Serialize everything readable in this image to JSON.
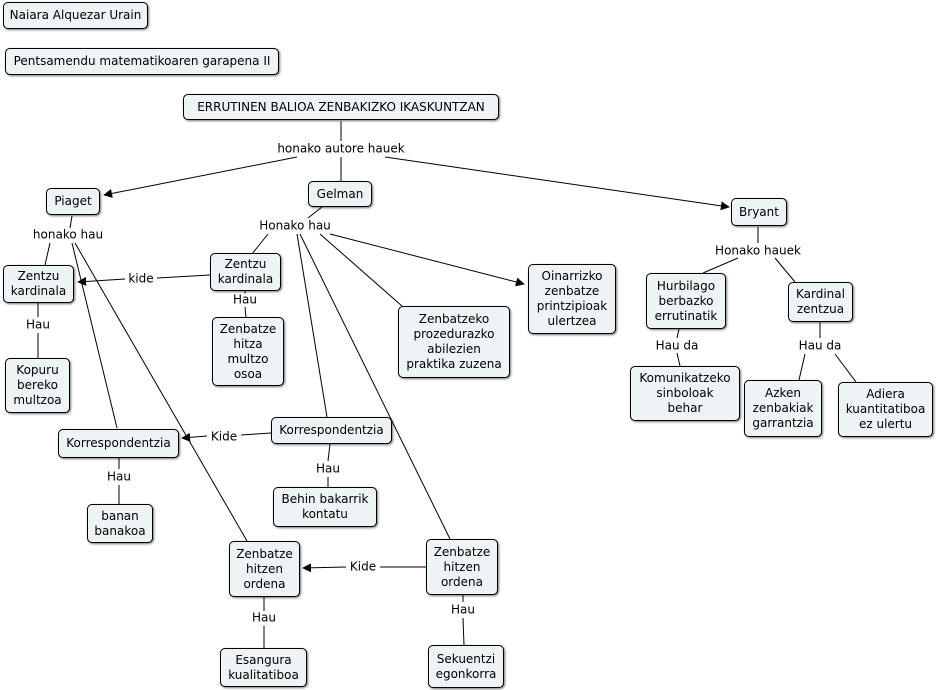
{
  "header": {
    "author": "Naiara Alquezar Urain",
    "course": "Pentsamendu matematikoaren garapena II"
  },
  "map": {
    "root": "ERRUTINEN BALIOA ZENBAKIZKO IKASKUNTZAN",
    "authors": {
      "piaget": "Piaget",
      "gelman": "Gelman",
      "bryant": "Bryant"
    },
    "piaget_concepts": {
      "zentzu_kardinala": "Zentzu\nkardinala",
      "kopuru": "Kopuru\nbereko\nmultzoa",
      "korrespondentzia": "Korrespondentzia",
      "banan": "banan\nbanakoa",
      "zenbatze_ordena": "Zenbatze\nhitzen\nordena",
      "esangura": "Esangura\nkualitatiboa"
    },
    "gelman_concepts": {
      "zentzu_kardinala": "Zentzu\nkardinala",
      "zenbatze_hitza": "Zenbatze\nhitza\nmultzo\nosoa",
      "korrespondentzia": "Korrespondentzia",
      "behin": "Behin bakarrik\nkontatu",
      "prozedurazko": "Zenbatzeko\nprozedurazko\nabilezien\npraktika zuzena",
      "oinarrizko": "Oinarrizko\nzenbatze\nprintzipioak\nulertzea",
      "zenbatze_ordena": "Zenbatze\nhitzen\nordena",
      "sekuentzi": "Sekuentzi\negonkorra"
    },
    "bryant_concepts": {
      "hurbilago": "Hurbilago\nberbazko\nerrutinatik",
      "kardinal": "Kardinal\nzentzua",
      "komunikatzeko": "Komunikatzeko\nsinboloak\nbehar",
      "azken": "Azken\nzenbakiak\ngarrantzia",
      "adiera": "Adiera\nkuantitatiboa\nez ulertu"
    }
  },
  "link_labels": {
    "honako_autore_hauek": "honako autore hauek",
    "honako_hau_piaget": "honako hau",
    "honako_hau_gelman": "Honako hau",
    "honako_hauek_bryant": "Honako hauek",
    "kide_1": "kide",
    "kide_2": "Kide",
    "kide_3": "Kide",
    "hau_1": "Hau",
    "hau_2": "Hau",
    "hau_3": "Hau",
    "hau_4": "Hau",
    "hau_5": "Hau",
    "hau_6": "Hau",
    "hau_da_1": "Hau da",
    "hau_da_2": "Hau da"
  }
}
